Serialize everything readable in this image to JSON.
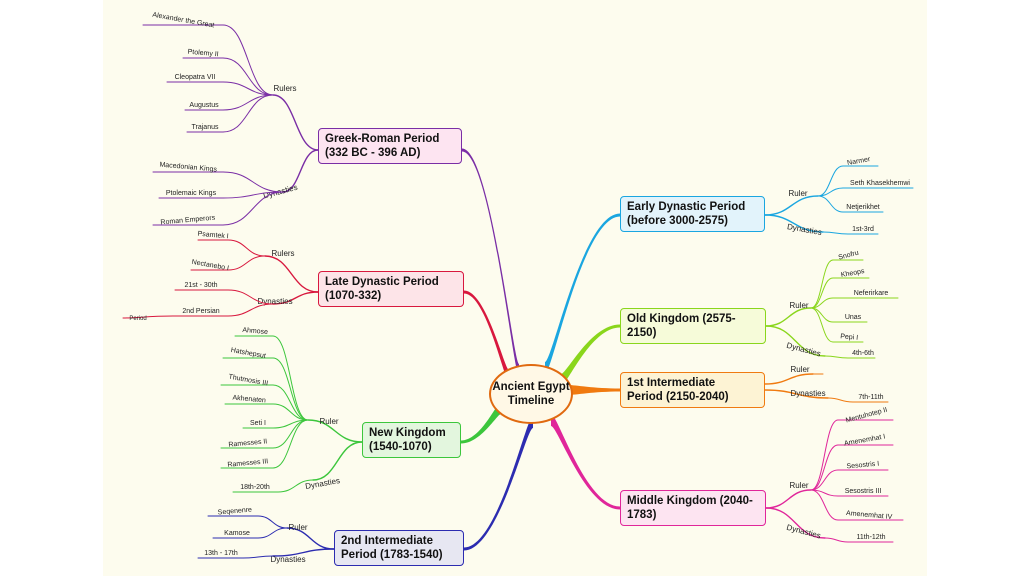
{
  "center": {
    "line1": "Ancient Egypt",
    "line2": "Timeline"
  },
  "periods": {
    "greek_roman": {
      "line1": "Greek-Roman Period",
      "line2": "(332 BC - 396 AD)",
      "color": "#7a2ea5",
      "fill": "#fde4f1",
      "rulers_label": "Rulers",
      "dynasties_label": "Dynasties",
      "rulers": [
        "Alexander the Great",
        "Ptolemy II",
        "Cleopatra VII",
        "Augustus",
        "Trajanus"
      ],
      "dynasties": [
        "Macedonian Kings",
        "Ptolemaic Kings",
        "Roman Emperors"
      ]
    },
    "late_dynastic": {
      "line1": "Late Dynastic Period",
      "line2": "(1070-332)",
      "color": "#d8183e",
      "fill": "#fde4e8",
      "rulers_label": "Rulers",
      "dynasties_label": "Dynasties",
      "rulers": [
        "Psamtek I",
        "Nectanebo I"
      ],
      "dynasties": [
        "21st - 30th",
        "2nd Persian"
      ],
      "extra": "Period"
    },
    "new_kingdom": {
      "line1": "New Kingdom",
      "line2": "(1540-1070)",
      "color": "#3cc63c",
      "fill": "#e3f6de",
      "rulers_label": "Ruler",
      "dynasties_label": "Dynasties",
      "rulers": [
        "Ahmose",
        "Hatshepsut",
        "Thutmosis III",
        "Akhenaten",
        "Seti I",
        "Ramesses II",
        "Ramesses III"
      ],
      "dynasties": [
        "18th-20th"
      ]
    },
    "second_intermediate": {
      "line1": "2nd Intermediate",
      "line2": "Period (1783-1540)",
      "color": "#2c2cb0",
      "fill": "#e7e7f2",
      "rulers_label": "Ruler",
      "dynasties_label": "Dynasties",
      "rulers": [
        "Seqenenre",
        "Kamose"
      ],
      "dynasties": [
        "13th - 17th"
      ]
    },
    "early_dynastic": {
      "line1": "Early Dynastic Period",
      "line2": "(before 3000-2575)",
      "color": "#1aa6e0",
      "fill": "#e2f3fb",
      "rulers_label": "Ruler",
      "dynasties_label": "Dynasties",
      "rulers": [
        "Narmer",
        "Seth Khasekhemwi",
        "Netjerikhet"
      ],
      "dynasties": [
        "1st-3rd"
      ]
    },
    "old_kingdom": {
      "line1": "Old Kingdom (2575-",
      "line2": "2150)",
      "color": "#8ad61c",
      "fill": "#f6fbd9",
      "rulers_label": "Ruler",
      "dynasties_label": "Dynasties",
      "rulers": [
        "Snofru",
        "Kheops",
        "Neferirkare",
        "Unas",
        "Pepi I"
      ],
      "dynasties": [
        "4th-6th"
      ]
    },
    "first_intermediate": {
      "line1": "1st Intermediate",
      "line2": "Period (2150-2040)",
      "color": "#f07a10",
      "fill": "#fdf3d4",
      "rulers_label": "Ruler",
      "dynasties_label": "Dynasties",
      "rulers": [],
      "dynasties": [
        "7th-11th"
      ]
    },
    "middle_kingdom": {
      "line1": "Middle Kingdom (2040-",
      "line2": "1783)",
      "color": "#e0269a",
      "fill": "#fde4f1",
      "rulers_label": "Ruler",
      "dynasties_label": "Dynasties",
      "rulers": [
        "Mentuhotep II",
        "Amenemhat I",
        "Sesostris I",
        "Sesostris III",
        "Amenemhat IV"
      ],
      "dynasties": [
        "11th-12th"
      ]
    }
  }
}
